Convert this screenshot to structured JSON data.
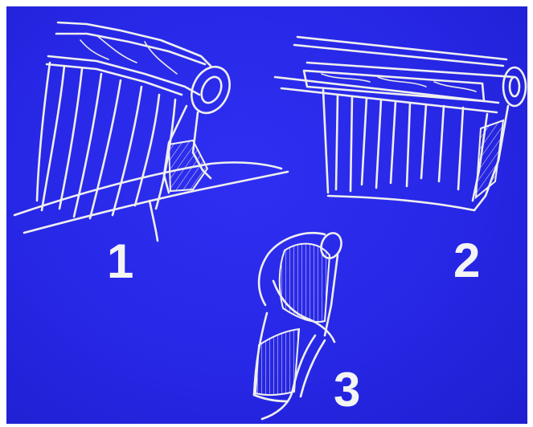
{
  "figure": {
    "labels": [
      "1",
      "2",
      "3"
    ],
    "colors": {
      "background": "#2727e6",
      "line": "#efefef",
      "frame": "#ffffff"
    }
  }
}
